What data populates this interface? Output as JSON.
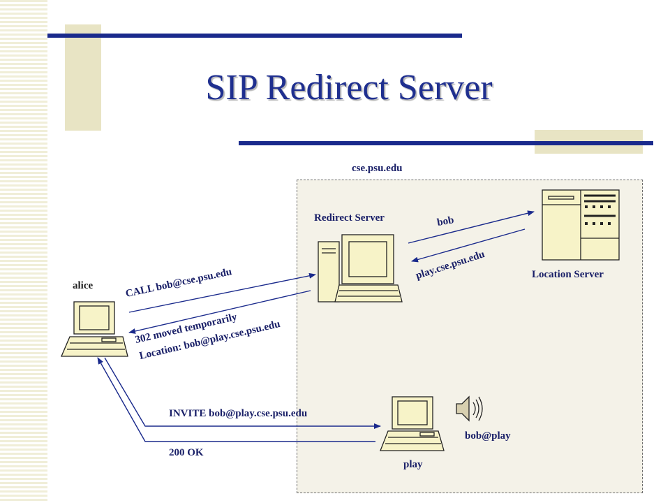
{
  "slide": {
    "title": "SIP Redirect Server",
    "domain_label": "cse.psu.edu"
  },
  "nodes": {
    "alice": "alice",
    "redirect_server": "Redirect Server",
    "location_server": "Location Server",
    "play": "play",
    "bob_at_play": "bob@play"
  },
  "messages": {
    "call": "CALL bob@cse.psu.edu",
    "moved_line1": "302 moved temporarily",
    "moved_line2": "Location: bob@play.cse.psu.edu",
    "query": "bob",
    "response": "play.cse.psu.edu",
    "invite": "INVITE bob@play.cse.psu.edu",
    "ok": "200 OK"
  },
  "colors": {
    "title": "#1f2f8f",
    "accent_bar": "#1a2a8c",
    "deco_block": "#e8e4c4",
    "arrow": "#1a2a8c",
    "computer_fill": "#f7f3c8"
  }
}
